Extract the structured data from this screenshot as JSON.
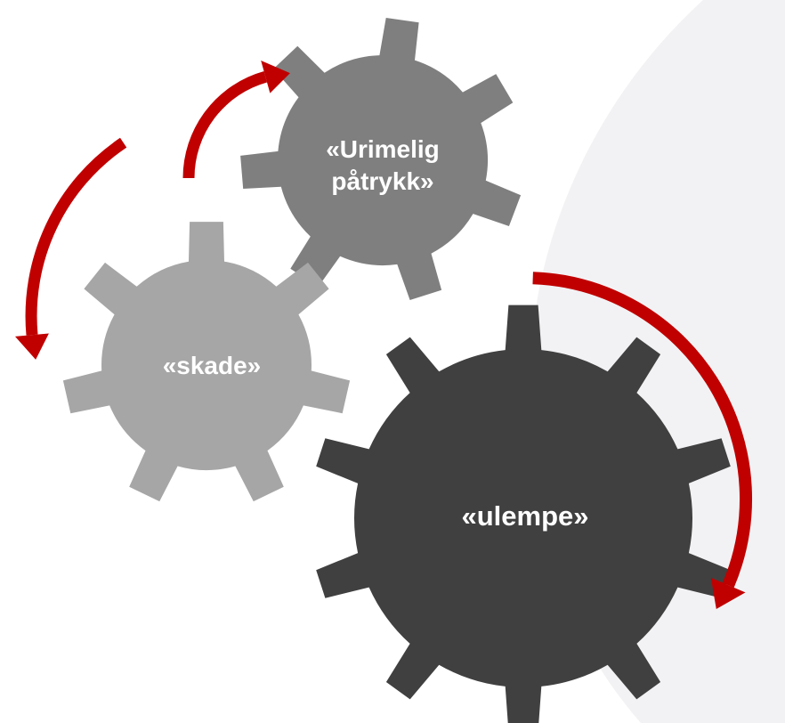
{
  "diagram": {
    "gears": [
      {
        "id": "top",
        "lines": [
          "«Urimelig",
          "påtrykk»"
        ],
        "color": "#7f7f7f"
      },
      {
        "id": "left",
        "lines": [
          "«skade»"
        ],
        "color": "#a6a6a6"
      },
      {
        "id": "big",
        "lines": [
          "«ulempe»"
        ],
        "color": "#404040"
      }
    ],
    "arrow_color": "#c00000",
    "backdrop_color": "#f2f2f4"
  }
}
